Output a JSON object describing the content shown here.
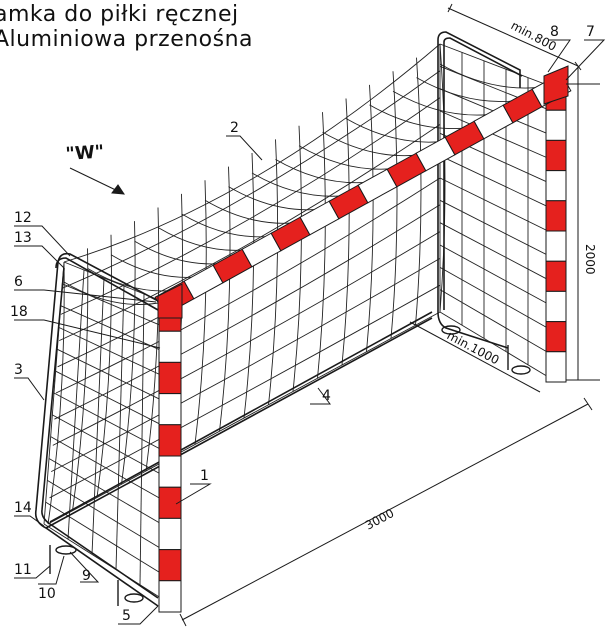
{
  "title": {
    "line1": "amka do piłki ręcznej",
    "line2": "Aluminiowa przenośna"
  },
  "view_label": "\"W\"",
  "dimensions": {
    "depth_top": "min.800",
    "height": "2000",
    "depth_bottom": "min.1000",
    "width": "3000"
  },
  "part_labels": [
    "1",
    "2",
    "3",
    "4",
    "5",
    "6",
    "7",
    "8",
    "9",
    "10",
    "11",
    "12",
    "13",
    "14",
    "18"
  ],
  "colors": {
    "post_red": "#e5211e",
    "post_white": "#ffffff",
    "outline": "#1a1a1a",
    "net": "#222222"
  }
}
